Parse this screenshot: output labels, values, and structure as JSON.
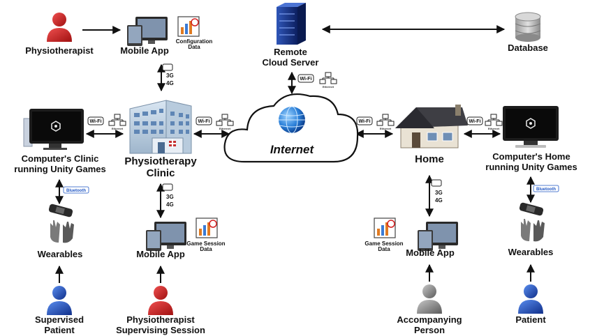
{
  "nodes": {
    "physiotherapist_top": "Physiotherapist",
    "mobile_app_config": "Mobile App",
    "configuration_data": "Configuration\nData",
    "remote_cloud_server": "Remote\nCloud Server",
    "database": "Database",
    "physiotherapy_clinic": "Physiotherapy\nClinic",
    "computer_clinic": "Computer's Clinic\nrunning Unity Games",
    "internet": "Internet",
    "home": "Home",
    "computer_home": "Computer's Home\nrunning Unity Games",
    "wearables_clinic": "Wearables",
    "wearables_home": "Wearables",
    "mobile_app_clinic": "Mobile App",
    "game_session_data_clinic": "Game Session\nData",
    "mobile_app_home": "Mobile App",
    "game_session_data_home": "Game Session\nData",
    "supervised_patient": "Supervised\nPatient",
    "physiotherapist_supervising": "Physiotherapist\nSupervising Session",
    "accompanying_person": "Accompanying\nPerson",
    "patient": "Patient"
  },
  "badges": {
    "wifi": "Wi-Fi",
    "ethernet": "Ethernet",
    "bluetooth": "Bluetooth",
    "g3": "3G",
    "g4": "4G"
  },
  "colors": {
    "physiotherapist": "#d42020",
    "patient": "#1f56c4",
    "accompanying": "#8a8a8a",
    "arrow": "#111111"
  }
}
